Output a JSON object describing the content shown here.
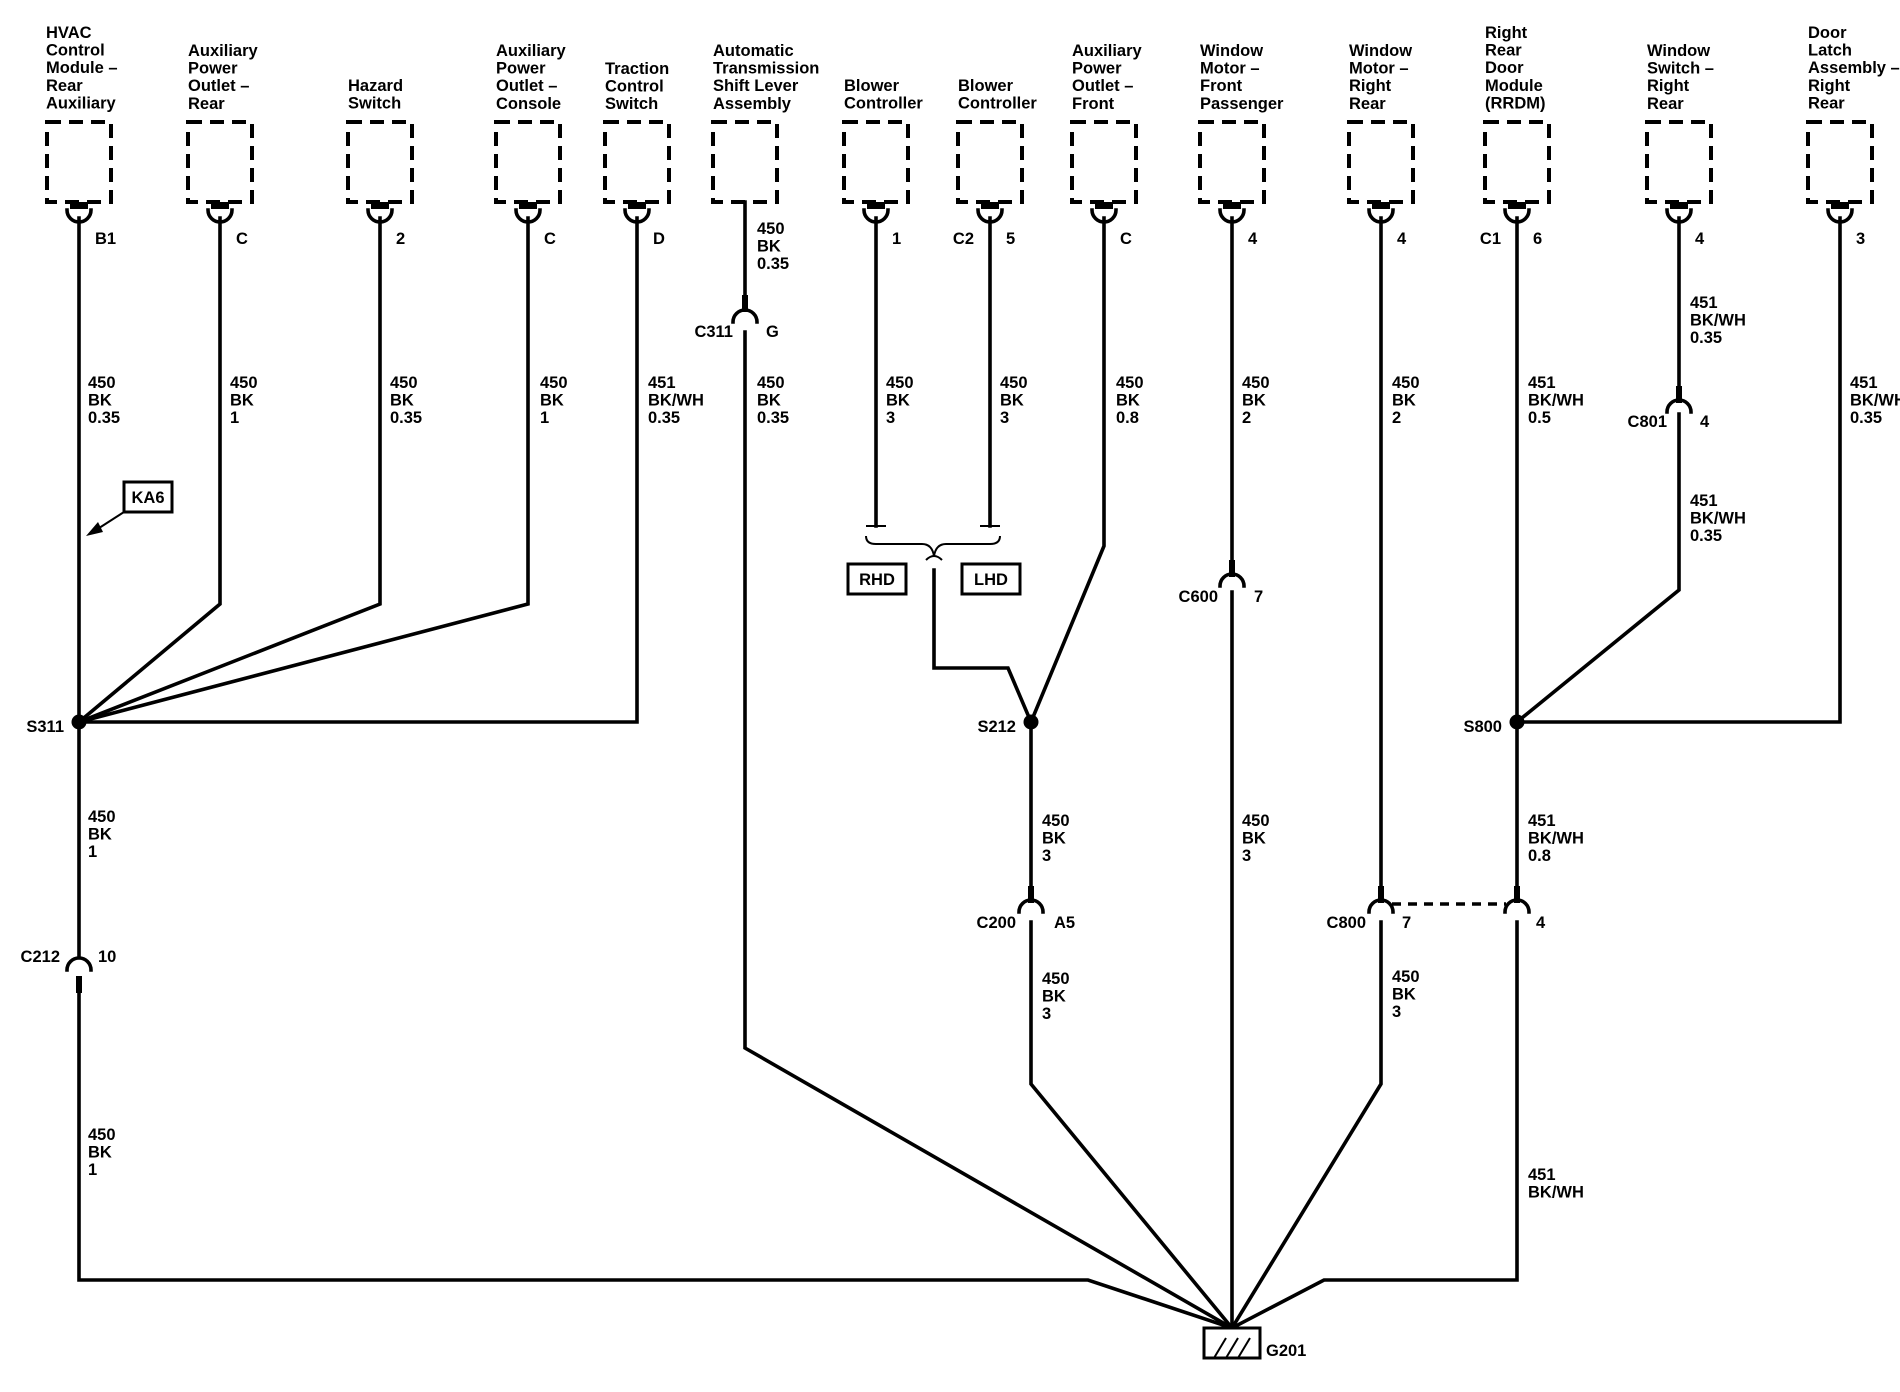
{
  "components": [
    {
      "id": "hvac",
      "lines": [
        "HVAC",
        "Control",
        "Module –",
        "Rear",
        "Auxiliary"
      ],
      "pins": {
        "right": "B1"
      }
    },
    {
      "id": "apo_rear",
      "lines": [
        "Auxiliary",
        "Power",
        "Outlet –",
        "Rear"
      ],
      "pins": {
        "right": "C"
      }
    },
    {
      "id": "hazard",
      "lines": [
        "Hazard",
        "Switch"
      ],
      "pins": {
        "right": "2"
      }
    },
    {
      "id": "apo_console",
      "lines": [
        "Auxiliary",
        "Power",
        "Outlet –",
        "Console"
      ],
      "pins": {
        "right": "C"
      }
    },
    {
      "id": "traction",
      "lines": [
        "Traction",
        "Control",
        "Switch"
      ],
      "pins": {
        "right": "D"
      }
    },
    {
      "id": "shift",
      "lines": [
        "Automatic",
        "Transmission",
        "Shift Lever",
        "Assembly"
      ],
      "pins": {}
    },
    {
      "id": "blower_rhd",
      "lines": [
        "Blower",
        "Controller"
      ],
      "pins": {
        "right": "1"
      }
    },
    {
      "id": "blower_lhd",
      "lines": [
        "Blower",
        "Controller"
      ],
      "pins": {
        "left": "C2",
        "right": "5"
      }
    },
    {
      "id": "apo_front",
      "lines": [
        "Auxiliary",
        "Power",
        "Outlet –",
        "Front"
      ],
      "pins": {
        "right": "C"
      }
    },
    {
      "id": "wm_front",
      "lines": [
        "Window",
        "Motor –",
        "Front",
        "Passenger"
      ],
      "pins": {
        "right": "4"
      }
    },
    {
      "id": "wm_rr",
      "lines": [
        "Window",
        "Motor –",
        "Right",
        "Rear"
      ],
      "pins": {
        "right": "4"
      }
    },
    {
      "id": "rrdm",
      "lines": [
        "Right",
        "Rear",
        "Door",
        "Module",
        "(RRDM)"
      ],
      "pins": {
        "left": "C1",
        "right": "6"
      }
    },
    {
      "id": "ws_rr",
      "lines": [
        "Window",
        "Switch –",
        "Right",
        "Rear"
      ],
      "pins": {
        "right": "4"
      }
    },
    {
      "id": "door_latch",
      "lines": [
        "Door",
        "Latch",
        "Assembly –",
        "Right",
        "Rear"
      ],
      "pins": {
        "right": "3"
      }
    }
  ],
  "wire_labels": [
    {
      "id": "w_hvac",
      "lines": [
        "450",
        "BK",
        "0.35"
      ]
    },
    {
      "id": "w_apo_rear",
      "lines": [
        "450",
        "BK",
        "1"
      ]
    },
    {
      "id": "w_hazard",
      "lines": [
        "450",
        "BK",
        "0.35"
      ]
    },
    {
      "id": "w_apo_console",
      "lines": [
        "450",
        "BK",
        "1"
      ]
    },
    {
      "id": "w_traction",
      "lines": [
        "451",
        "BK/WH",
        "0.35"
      ]
    },
    {
      "id": "w_shift_top",
      "lines": [
        "450",
        "BK",
        "0.35"
      ]
    },
    {
      "id": "w_shift_bottom",
      "lines": [
        "450",
        "BK",
        "0.35"
      ]
    },
    {
      "id": "w_blower_rhd",
      "lines": [
        "450",
        "BK",
        "3"
      ]
    },
    {
      "id": "w_blower_lhd",
      "lines": [
        "450",
        "BK",
        "3"
      ]
    },
    {
      "id": "w_apo_front",
      "lines": [
        "450",
        "BK",
        "0.8"
      ]
    },
    {
      "id": "w_wm_front",
      "lines": [
        "450",
        "BK",
        "2"
      ]
    },
    {
      "id": "w_wm_rr",
      "lines": [
        "450",
        "BK",
        "2"
      ]
    },
    {
      "id": "w_rrdm",
      "lines": [
        "451",
        "BK/WH",
        "0.5"
      ]
    },
    {
      "id": "w_ws_top",
      "lines": [
        "451",
        "BK/WH",
        "0.35"
      ]
    },
    {
      "id": "w_ws_bottom",
      "lines": [
        "451",
        "BK/WH",
        "0.35"
      ]
    },
    {
      "id": "w_door_latch",
      "lines": [
        "451",
        "BK/WH",
        "0.35"
      ]
    },
    {
      "id": "w_s311_down",
      "lines": [
        "450",
        "BK",
        "1"
      ]
    },
    {
      "id": "w_c212_down",
      "lines": [
        "450",
        "BK",
        "1"
      ]
    },
    {
      "id": "w_s212_down",
      "lines": [
        "450",
        "BK",
        "3"
      ]
    },
    {
      "id": "w_c200_down",
      "lines": [
        "450",
        "BK",
        "3"
      ]
    },
    {
      "id": "w_c600_down",
      "lines": [
        "450",
        "BK",
        "3"
      ]
    },
    {
      "id": "w_c800_down",
      "lines": [
        "450",
        "BK",
        "3"
      ]
    },
    {
      "id": "w_s800_down",
      "lines": [
        "451",
        "BK/WH",
        "0.8"
      ]
    },
    {
      "id": "w_s800_bottom",
      "lines": [
        "451",
        "BK/WH"
      ]
    }
  ],
  "connectors": {
    "c311": {
      "name": "C311",
      "pin": "G"
    },
    "c801": {
      "name": "C801",
      "pin": "4"
    },
    "c600": {
      "name": "C600",
      "pin": "7"
    },
    "c212": {
      "name": "C212",
      "pin": "10"
    },
    "c200": {
      "name": "C200",
      "pin": "A5"
    },
    "c800": {
      "name": "C800",
      "pin_left": "7",
      "pin_right": "4"
    }
  },
  "splices": {
    "s311": "S311",
    "s212": "S212",
    "s800": "S800"
  },
  "ground": "G201",
  "options": {
    "rhd": "RHD",
    "lhd": "LHD"
  },
  "callout": "KA6"
}
